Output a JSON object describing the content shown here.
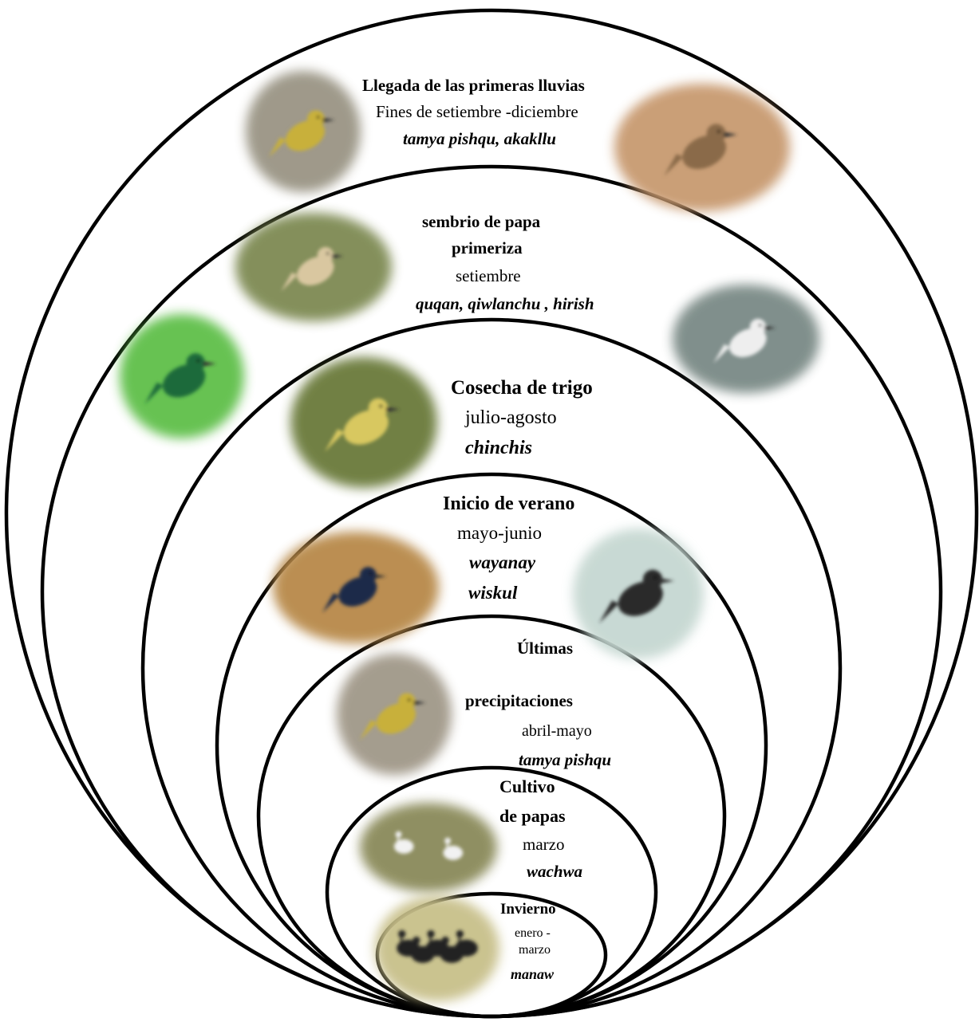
{
  "rings": [
    {
      "id": "ring-1",
      "title": "Llegada de  las primeras lluvias",
      "period": "Fines de setiembre -diciembre",
      "birds": "tamya pishqu, akakllu"
    },
    {
      "id": "ring-2",
      "title_line1": "sembrio  de papa",
      "title_line2": "primeriza",
      "period": "setiembre",
      "birds": "quqan, qiwlanchu , hirish"
    },
    {
      "id": "ring-3",
      "title": "Cosecha de trigo",
      "period": "julio-agosto",
      "birds": "chinchis"
    },
    {
      "id": "ring-4",
      "title": "Inicio de  verano",
      "period": "mayo-junio",
      "birds_line1": "wayanay",
      "birds_line2": "wiskul"
    },
    {
      "id": "ring-5",
      "title_line1": "Últimas",
      "title_line2": "precipitaciones",
      "period": "abril-mayo",
      "birds": "tamya pishqu"
    },
    {
      "id": "ring-6",
      "title_line1": "Cultivo",
      "title_line2": "de  papas",
      "period": "marzo",
      "birds": "wachwa"
    },
    {
      "id": "ring-7",
      "title": "Invierno",
      "period_line1": "enero -",
      "period_line2": "marzo",
      "birds": "manaw"
    }
  ],
  "photos": [
    {
      "name": "finch-photo-1",
      "subject": "yellow finch (tamya pishqu)",
      "bg": "#9a9484",
      "bird": "#c8b03a"
    },
    {
      "name": "woodpecker-photo",
      "subject": "woodpecker (akakllu)",
      "bg": "#c89a70",
      "bird": "#8a6a48"
    },
    {
      "name": "ibis-photo",
      "subject": "buff-necked ibis (quqan)",
      "bg": "#7e8a52",
      "bird": "#d9c7a0"
    },
    {
      "name": "gull-photo",
      "subject": "andean gull (hirish)",
      "bg": "#7a8a86",
      "bird": "#eeeeee"
    },
    {
      "name": "hummingbird-photo",
      "subject": "green hummingbird (qiwlanchu)",
      "bg": "#5fbf4a",
      "bird": "#1f6a3a"
    },
    {
      "name": "siskin-photo",
      "subject": "siskin (chinchis)",
      "bg": "#6a7a3a",
      "bird": "#d8c860"
    },
    {
      "name": "swallow-photo",
      "subject": "swallow (wayanay)",
      "bg": "#b8894a",
      "bird": "#1e2a48"
    },
    {
      "name": "vulture-photo",
      "subject": "black vulture (wiskul)",
      "bg": "#c6d8d2",
      "bird": "#2a2a2a"
    },
    {
      "name": "finch-photo-2",
      "subject": "yellow finch (tamya pishqu)",
      "bg": "#a09888",
      "bird": "#c8b03a"
    },
    {
      "name": "geese-photo",
      "subject": "andean geese (wachwa)",
      "bg": "#8a8a5a",
      "bird": "#f2f2f2"
    },
    {
      "name": "ibises-photo",
      "subject": "puna ibises (manaw)",
      "bg": "#c8c08a",
      "bird": "#222222"
    }
  ]
}
